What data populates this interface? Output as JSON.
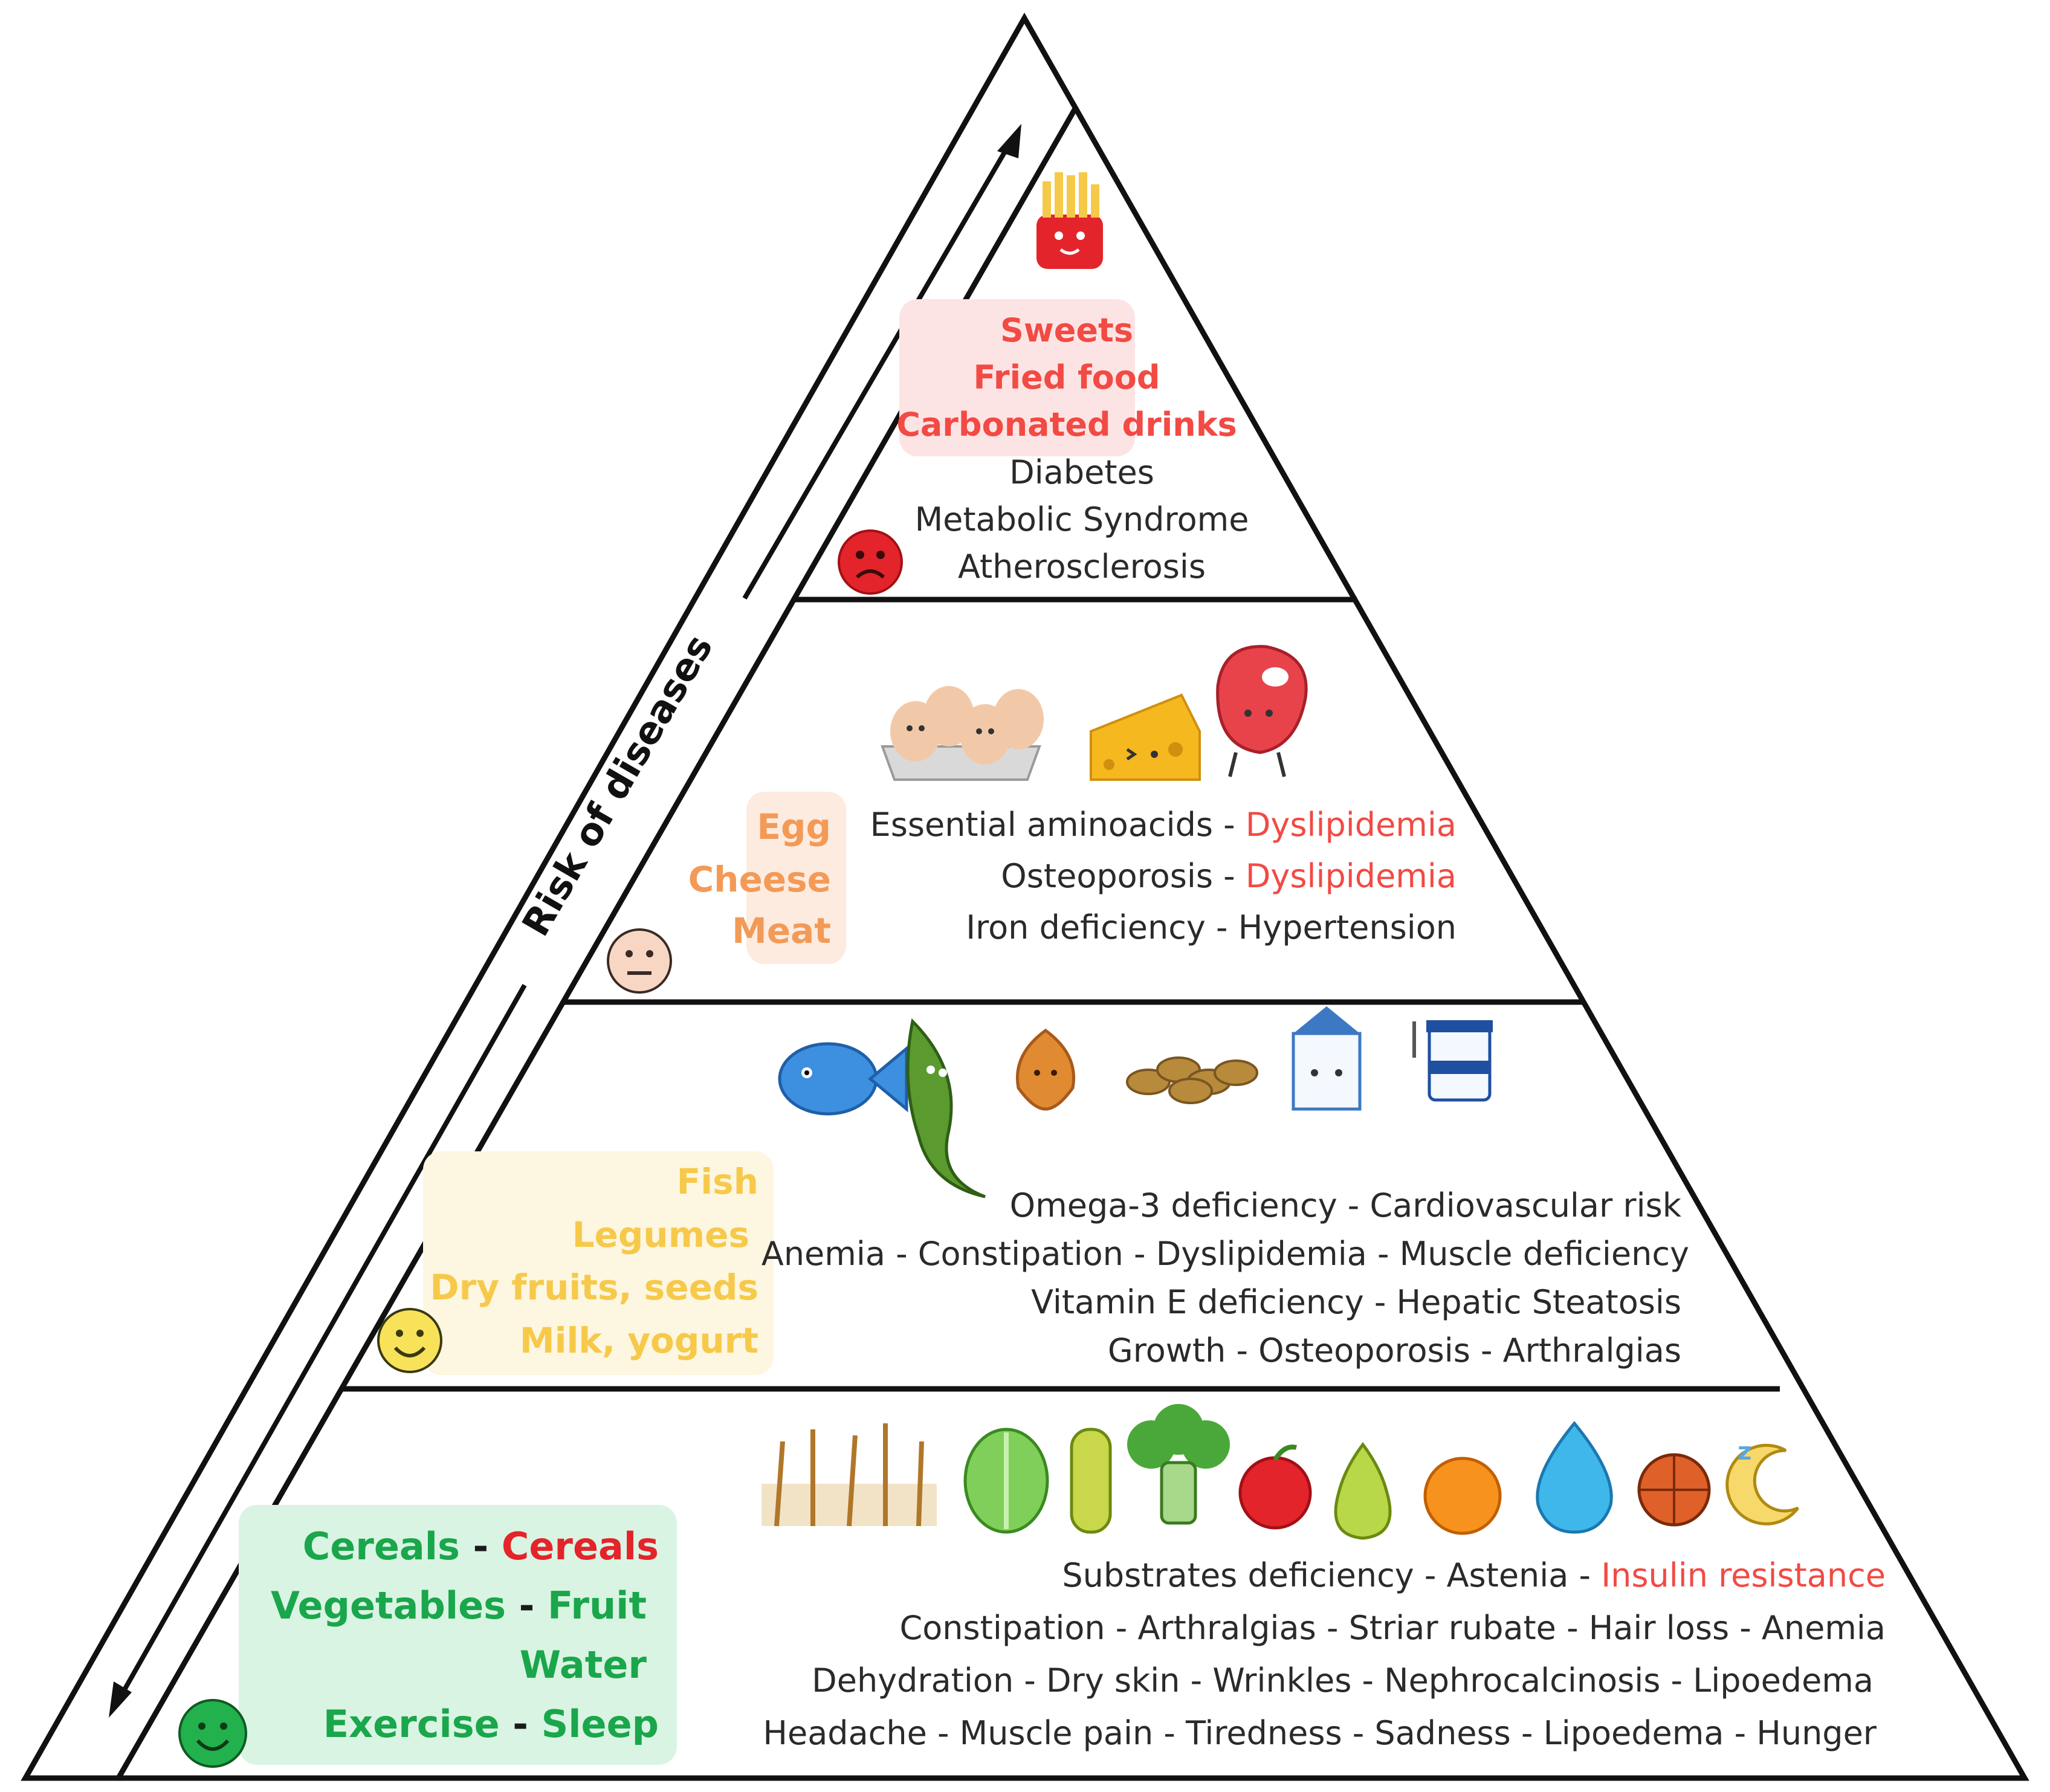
{
  "axis_label": "Risk of diseases",
  "tiers": {
    "top": {
      "foods": [
        "Sweets",
        "Fried food",
        "Carbonated drinks"
      ],
      "conditions": [
        "Diabetes",
        "Metabolic Syndrome",
        "Atherosclerosis"
      ],
      "face": "sad-face-icon",
      "face_color": "#e3242b",
      "food_color": "#f24a44",
      "highlight_color": "#fde4e4"
    },
    "second": {
      "foods": [
        "Egg",
        "Cheese",
        "Meat"
      ],
      "conditions": [
        {
          "left": "Essential aminoacids",
          "sep": " - ",
          "right": "Dyslipidemia",
          "right_color": "#f24a44"
        },
        {
          "left": "Osteoporosis",
          "sep": " - ",
          "right": "Dyslipidemia",
          "right_color": "#f24a44"
        },
        {
          "left": "Iron deficiency",
          "sep": " - ",
          "right": "Hypertension",
          "right_color": "#2a2a2a"
        }
      ],
      "face": "neutral-face-icon",
      "face_color": "#f7d7c4",
      "food_color": "#f39a57",
      "highlight_color": "#fdebe0"
    },
    "third": {
      "foods": [
        "Fish",
        "Legumes",
        "Dry fruits, seeds",
        "Milk, yogurt"
      ],
      "conditions": [
        "Omega-3 deficiency - Cardiovascular risk",
        "Anemia - Constipation - Dyslipidemia - Muscle deficiency",
        "Vitamin E deficiency - Hepatic Steatosis",
        "Growth - Osteoporosis - Arthralgias"
      ],
      "face": "happy-face-icon",
      "face_color": "#f7e25a",
      "food_color": "#f6c94a",
      "highlight_color": "#fdf6e0"
    },
    "base": {
      "foods": [
        {
          "a": "Cereals",
          "sep": " - ",
          "b": "Cereals",
          "b_color": "#e3242b"
        },
        {
          "a": "Vegetables",
          "sep": " - ",
          "b": "Fruit",
          "b_color": "#1aa64b"
        },
        {
          "a": "Water"
        },
        {
          "a": "Exercise",
          "sep": " - ",
          "b": "Sleep",
          "b_color": "#1aa64b"
        }
      ],
      "conditions": [
        {
          "left": "Substrates deficiency - Astenia - ",
          "right": "Insulin resistance",
          "right_color": "#f24a44"
        },
        {
          "left": "Constipation - Arthralgias - Striar rubate - Hair loss - Anemia"
        },
        {
          "left": "Dehydration - Dry skin - Wrinkles - Nephrocalcinosis - Lipoedema"
        },
        {
          "left": "Headache - Muscle pain - Tiredness - Sadness - Lipoedema - Hunger"
        }
      ],
      "face": "smiling-face-icon",
      "face_color": "#22b14c",
      "food_color": "#1aa64b",
      "highlight_color": "#d9f4e3"
    }
  },
  "icons": {
    "top": [
      "fries-icon"
    ],
    "second": [
      "eggs-icon",
      "cheese-icon",
      "meat-icon"
    ],
    "third": [
      "fish-icon",
      "peapod-icon",
      "almond-icon",
      "seeds-icon",
      "milk-carton-icon",
      "yogurt-icon"
    ],
    "base": [
      "wheat-icon",
      "lettuce-icon",
      "zucchini-icon",
      "broccoli-icon",
      "apple-icon",
      "pear-icon",
      "orange-icon",
      "water-drop-icon",
      "basketball-icon",
      "moon-sleep-icon"
    ]
  }
}
